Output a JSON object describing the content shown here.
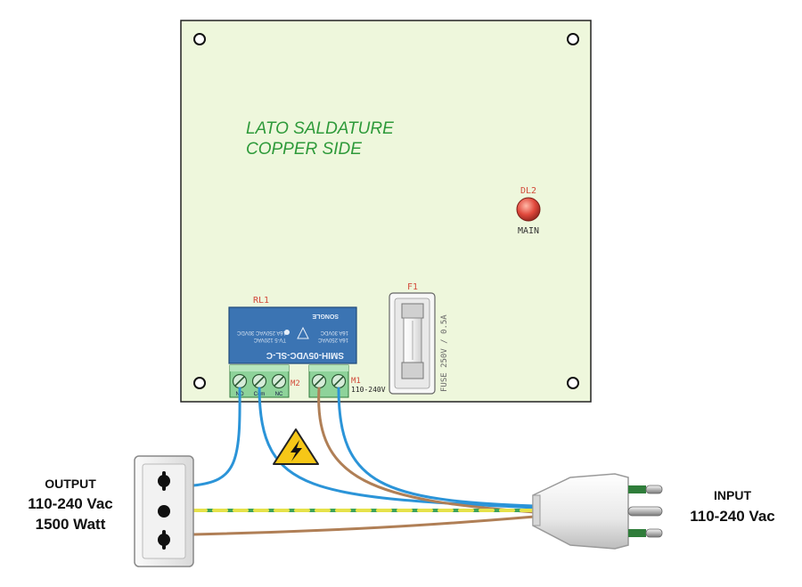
{
  "board": {
    "copper_side_it": "LATO SALDATURE",
    "copper_side_en": "COPPER SIDE",
    "board_color": "#eef7dc",
    "text_green": "#2e9a3a",
    "ref_red": "#d24a3a"
  },
  "led": {
    "ref": "DL2",
    "label": "MAIN",
    "color": "#e0483c"
  },
  "relay": {
    "ref": "RL1",
    "model": "SMIH-05VDC-SL-C",
    "spec1": "16A 250VAC",
    "spec2": "16A 30VDC",
    "spec3": "TV-5 120VAC",
    "spec4": "16A 250VAC 30VDC",
    "brand": "SONGLE",
    "color": "#3b74b3"
  },
  "terminal_m2": {
    "ref": "M2",
    "pins": [
      "NO",
      "Com",
      "NC"
    ]
  },
  "terminal_m1": {
    "ref": "M1",
    "voltage": "110-240V"
  },
  "fuse": {
    "ref": "F1",
    "rating": "FUSE 250V / 0.5A"
  },
  "output": {
    "title": "OUTPUT",
    "voltage": "110-240 Vac",
    "power": "1500 Watt"
  },
  "input": {
    "title": "INPUT",
    "voltage": "110-240 Vac"
  },
  "wires": {
    "blue": "#2b94d8",
    "brown": "#b07f56",
    "earth_yellow": "#e6e24a",
    "earth_green": "#3fa35a"
  }
}
